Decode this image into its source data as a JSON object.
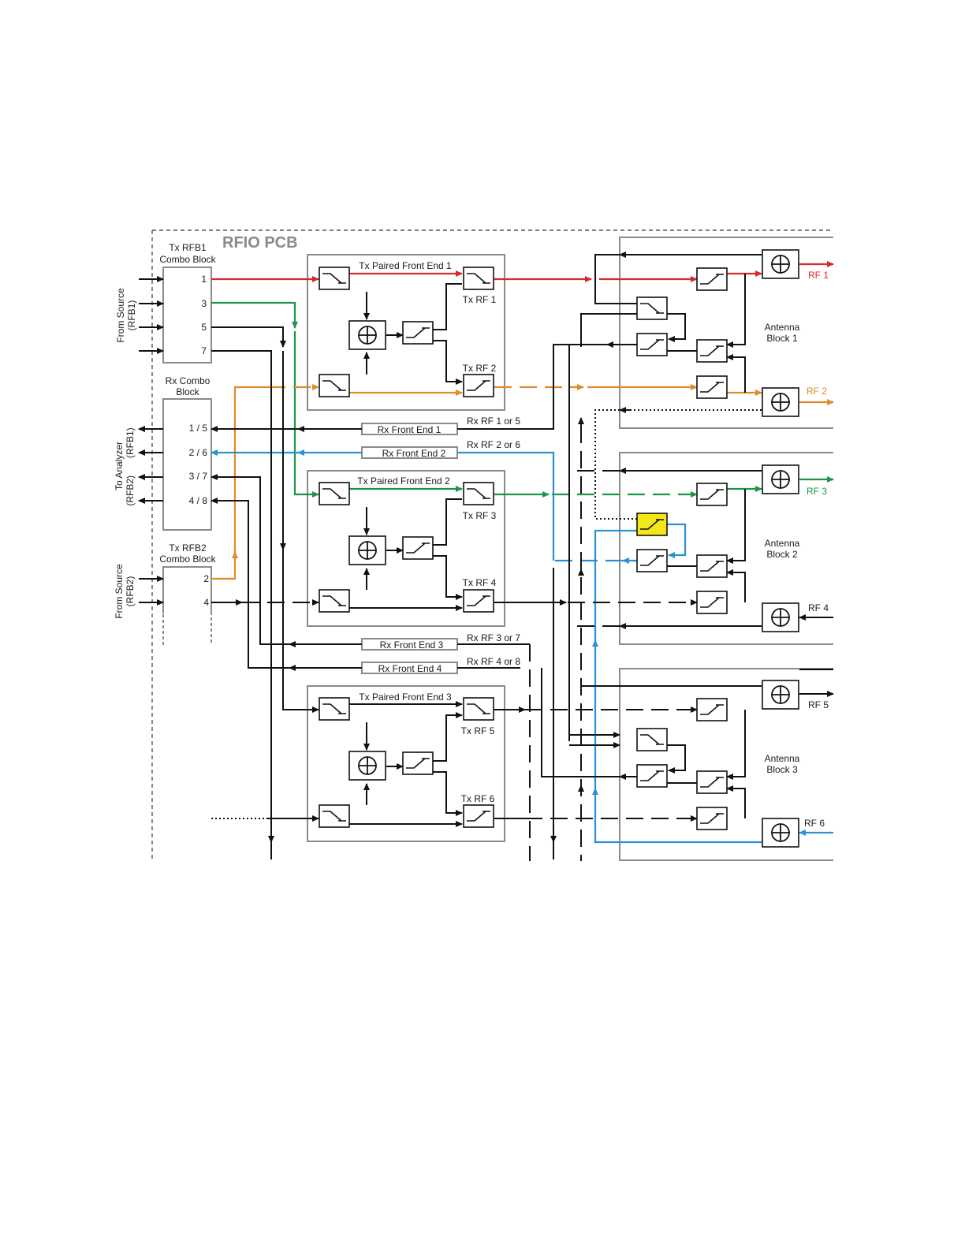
{
  "title": "RFIO PCB",
  "colors": {
    "red_path": "#d42a2a",
    "green_path": "#1e9448",
    "orange_path": "#e08a2a",
    "blue_path": "#2a92d4",
    "highlight_switch": "#f5e61a",
    "block_border": "#8a8a8a"
  },
  "left_labels": {
    "source1": [
      "From Source",
      "(RFB1)"
    ],
    "analyzer": [
      "To Analyzer",
      "(RFB1)",
      "(RFB2)"
    ],
    "source2": [
      "From Source",
      "(RFB2)"
    ]
  },
  "tx_rfb1": {
    "title": [
      "Tx RFB1",
      "Combo Block"
    ],
    "ports": [
      "1",
      "3",
      "5",
      "7"
    ]
  },
  "rx_combo": {
    "title": [
      "Rx Combo",
      "Block"
    ],
    "ports": [
      "1 / 5",
      "2 / 6",
      "3 / 7",
      "4 / 8"
    ]
  },
  "tx_rfb2": {
    "title": [
      "Tx RFB2",
      "Combo Block"
    ],
    "ports": [
      "2",
      "4"
    ]
  },
  "tx_front_ends": [
    {
      "title": "Tx Paired Front End 1",
      "out_a": "Tx RF 1",
      "out_b": "Tx RF 2"
    },
    {
      "title": "Tx Paired Front End 2",
      "out_a": "Tx RF 3",
      "out_b": "Tx RF 4"
    },
    {
      "title": "Tx Paired Front End 3",
      "out_a": "Tx RF 5",
      "out_b": "Tx RF 6"
    }
  ],
  "rx_front_ends": [
    {
      "name": "Rx Front End 1",
      "input": "Rx RF 1 or 5"
    },
    {
      "name": "Rx Front End 2",
      "input": "Rx RF 2 or 6"
    },
    {
      "name": "Rx Front End 3",
      "input": "Rx RF 3 or 7"
    },
    {
      "name": "Rx Front End 4",
      "input": "Rx RF 4 or 8"
    }
  ],
  "antenna_blocks": [
    {
      "title": [
        "Antenna",
        "Block 1"
      ],
      "ports": [
        "RF 1",
        "RF 2"
      ]
    },
    {
      "title": [
        "Antenna",
        "Block 2"
      ],
      "ports": [
        "RF 3",
        "RF 4"
      ]
    },
    {
      "title": [
        "Antenna",
        "Block 3"
      ],
      "ports": [
        "RF 5",
        "RF 6"
      ]
    }
  ]
}
